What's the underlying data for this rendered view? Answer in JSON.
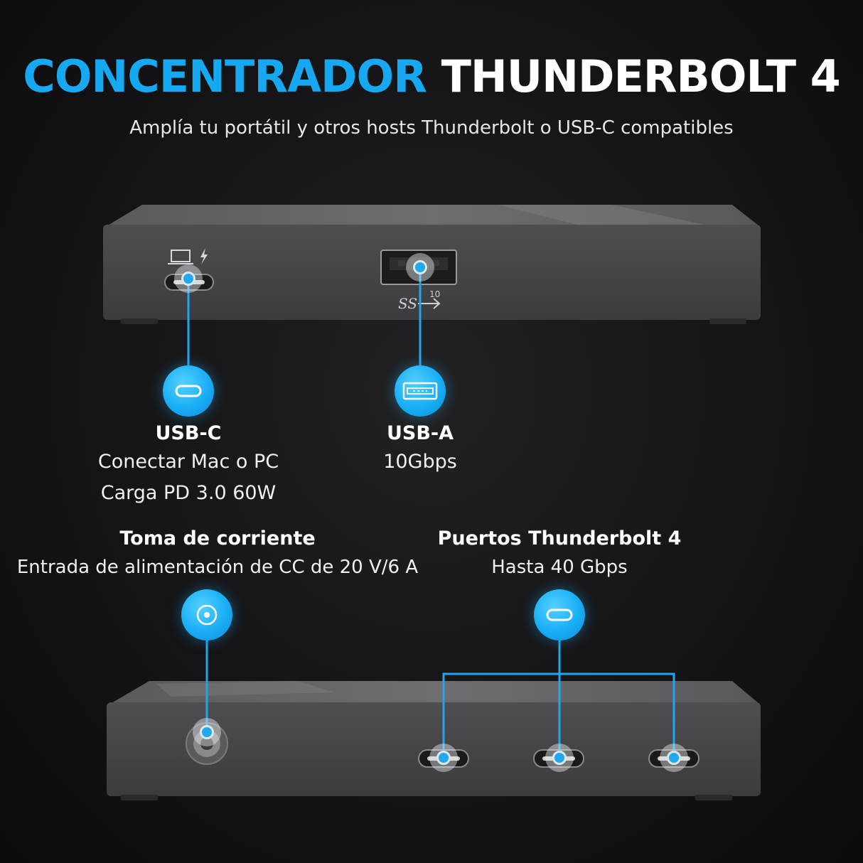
{
  "header": {
    "title_accent": "CONCENTRADOR",
    "title_rest": "THUNDERBOLT 4",
    "subtitle": "Amplía tu portátil y otros hosts Thunderbolt o USB-C compatibles"
  },
  "ports_top": {
    "usbc": {
      "name": "USB-C",
      "line1": "Conectar Mac o PC",
      "line2": "Carga PD 3.0 60W",
      "icon": "usb-c-icon"
    },
    "usba": {
      "name": "USB-A",
      "line1": "10Gbps",
      "icon": "usb-a-icon",
      "port_marking": "10"
    }
  },
  "ports_bottom": {
    "power": {
      "name": "Toma de corriente",
      "line1": "Entrada de alimentación de CC de 20 V/6 A",
      "icon": "dc-power-icon"
    },
    "thunderbolt": {
      "name": "Puertos Thunderbolt 4",
      "line1": "Hasta 40 Gbps",
      "icon": "usb-c-icon"
    }
  },
  "colors": {
    "accent": "#16a9f2",
    "device": "#4a4a4c",
    "background": "#141416"
  }
}
